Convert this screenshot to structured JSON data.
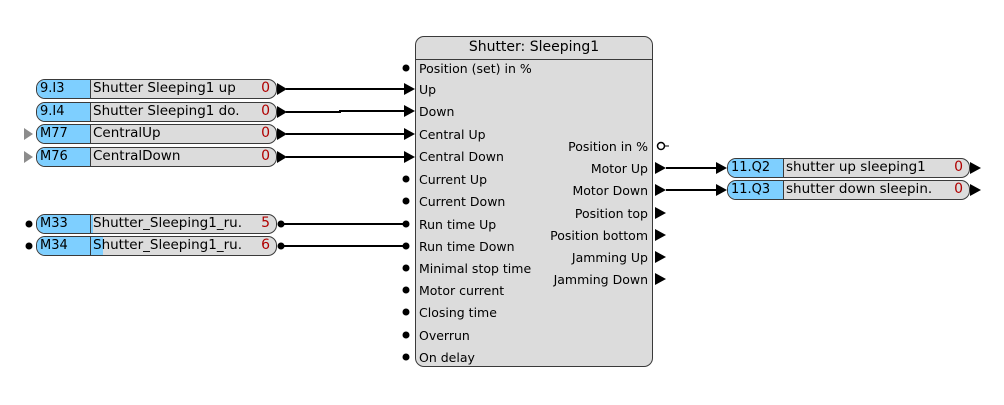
{
  "block": {
    "title": "Shutter: Sleeping1",
    "inputs": [
      "Position (set) in %",
      "Up",
      "Down",
      "Central Up",
      "Central Down",
      "Current Up",
      "Current Down",
      "Run time Up",
      "Run time Down",
      "Minimal stop time",
      "Motor current",
      "Closing time",
      "Overrun",
      "On delay"
    ],
    "outputs": [
      "Position in %",
      "Motor Up",
      "Motor Down",
      "Position top",
      "Position bottom",
      "Jamming Up",
      "Jamming Down"
    ]
  },
  "input_refs": [
    {
      "address": "9.I3",
      "label": "Shutter Sleeping1 up",
      "value": "0"
    },
    {
      "address": "9.I4",
      "label": "Shutter Sleeping1 do.",
      "value": "0"
    },
    {
      "address": "M77",
      "label": "CentralUp",
      "value": "0"
    },
    {
      "address": "M76",
      "label": "CentralDown",
      "value": "0"
    },
    {
      "address": "M33",
      "label": "Shutter_Sleeping1_ru.",
      "value": "5"
    },
    {
      "address": "M34",
      "label": "Shutter_Sleeping1_ru.",
      "value": "6"
    }
  ],
  "output_refs": [
    {
      "address": "11.Q2",
      "label": "shutter up sleeping1",
      "value": "0"
    },
    {
      "address": "11.Q3",
      "label": "shutter down sleepin.",
      "value": "0"
    }
  ],
  "colors": {
    "block_fill": "#dcdcdc",
    "address_fill": "#7ecfff",
    "value_text": "#b00000",
    "wire": "#000000",
    "marker_gray": "#8c8c8c"
  }
}
